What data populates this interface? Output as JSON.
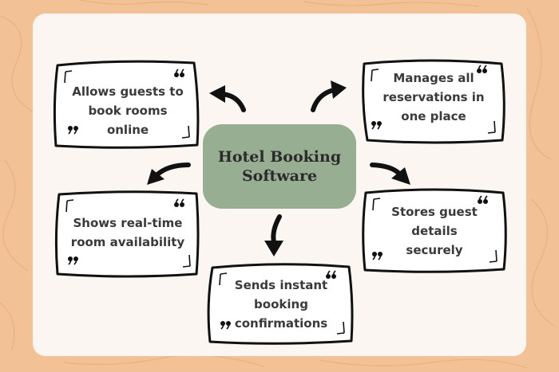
{
  "hub": {
    "title": "Hotel Booking Software"
  },
  "nodes": [
    {
      "id": "allows-guests",
      "text": "Allows guests to book rooms online",
      "icon": "quote-icon"
    },
    {
      "id": "manages-reservations",
      "text": "Manages all reservations in one place",
      "icon": "quote-icon"
    },
    {
      "id": "shows-availability",
      "text": "Shows real-time room availability",
      "icon": "quote-icon"
    },
    {
      "id": "stores-details",
      "text": "Stores guest details securely",
      "icon": "quote-icon"
    },
    {
      "id": "sends-confirmations",
      "text": "Sends instant booking confirmations",
      "icon": "quote-icon"
    }
  ],
  "colors": {
    "background": "#f2c196",
    "card": "#fbf6f1",
    "hub": "#98ae93",
    "outline": "#111111",
    "text": "#3a3a3a"
  }
}
